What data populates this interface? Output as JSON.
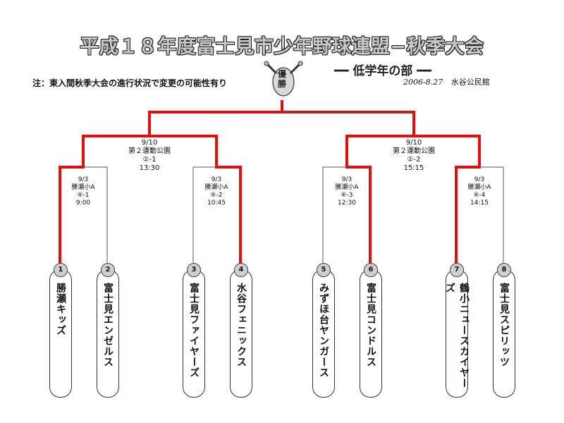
{
  "title": "平成１８年度富士見市少年野球連盟−秋季大会",
  "subtitle": "━━ 低学年の部 ━━",
  "note": "注：東入間秋季大会の進行状況で変更の可能性有り",
  "date": "2006-8.27",
  "venue": "水谷公民館",
  "champion_label": "優勝",
  "teams": [
    {
      "num": "1",
      "name": "勝瀬キッズ"
    },
    {
      "num": "2",
      "name": "富士見エンゼルス"
    },
    {
      "num": "3",
      "name": "富士見ファイヤーズ"
    },
    {
      "num": "4",
      "name": "水谷フェニックス"
    },
    {
      "num": "5",
      "name": "みずほ台ヤンガース"
    },
    {
      "num": "6",
      "name": "富士見コンドルス"
    },
    {
      "num": "7",
      "name": "鶴小ニュースカイヤーズ"
    },
    {
      "num": "8",
      "name": "富士見スピリッツ"
    }
  ],
  "first_round": [
    {
      "date": "9/3",
      "venue": "勝瀬小A",
      "game": "④-1",
      "time": "9:00"
    },
    {
      "date": "9/3",
      "venue": "勝瀬小A",
      "game": "④-2",
      "time": "10:45"
    },
    {
      "date": "9/3",
      "venue": "勝瀬小A",
      "game": "④-3",
      "time": "12:30"
    },
    {
      "date": "9/3",
      "venue": "勝瀬小A",
      "game": "④-4",
      "time": "14:15"
    }
  ],
  "semi_finals": [
    {
      "date": "9/10",
      "venue": "第２運動公園",
      "game": "②-1",
      "time": "13:30"
    },
    {
      "date": "9/10",
      "venue": "第２運動公園",
      "game": "②-2",
      "time": "15:15"
    }
  ],
  "colors": {
    "winner_line": "#e01010",
    "line": "#555555"
  }
}
